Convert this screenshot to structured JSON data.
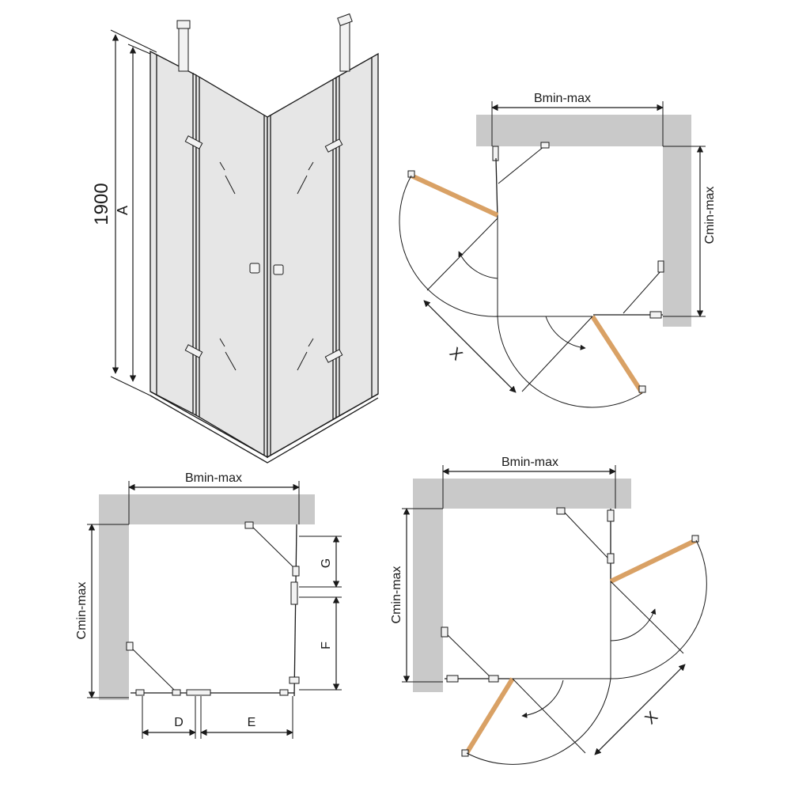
{
  "colors": {
    "wall": "#c9c9c9",
    "door_leaf": "#d9a165",
    "line": "#1a1a1a",
    "glass": "#e6e6e6"
  },
  "perspective_view": {
    "height_value": "1900",
    "height_label": "A"
  },
  "plan_top_right": {
    "width_label": "Bmin-max",
    "depth_label": "Cmin-max",
    "opening_label": "X"
  },
  "plan_bottom_left": {
    "width_label": "Bmin-max",
    "depth_label": "Cmin-max",
    "d_label": "D",
    "e_label": "E",
    "f_label": "F",
    "g_label": "G"
  },
  "plan_bottom_right": {
    "width_label": "Bmin-max",
    "depth_label": "Cmin-max",
    "opening_label": "X"
  }
}
